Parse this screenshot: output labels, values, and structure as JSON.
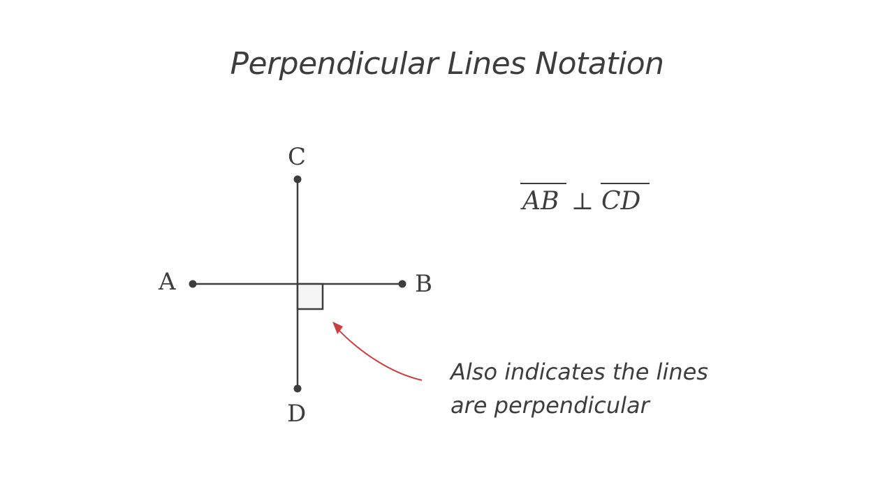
{
  "title": "Perpendicular Lines Notation",
  "points": {
    "A": "A",
    "B": "B",
    "C": "C",
    "D": "D"
  },
  "notation": {
    "seg1": "AB",
    "symbol": "⊥",
    "seg2": "CD"
  },
  "annotation": {
    "line1": "Also indicates the lines",
    "line2": "are perpendicular"
  },
  "colors": {
    "ink": "#3d3d3d",
    "arrow": "#c94040",
    "square_fill": "#f5f5f5"
  }
}
